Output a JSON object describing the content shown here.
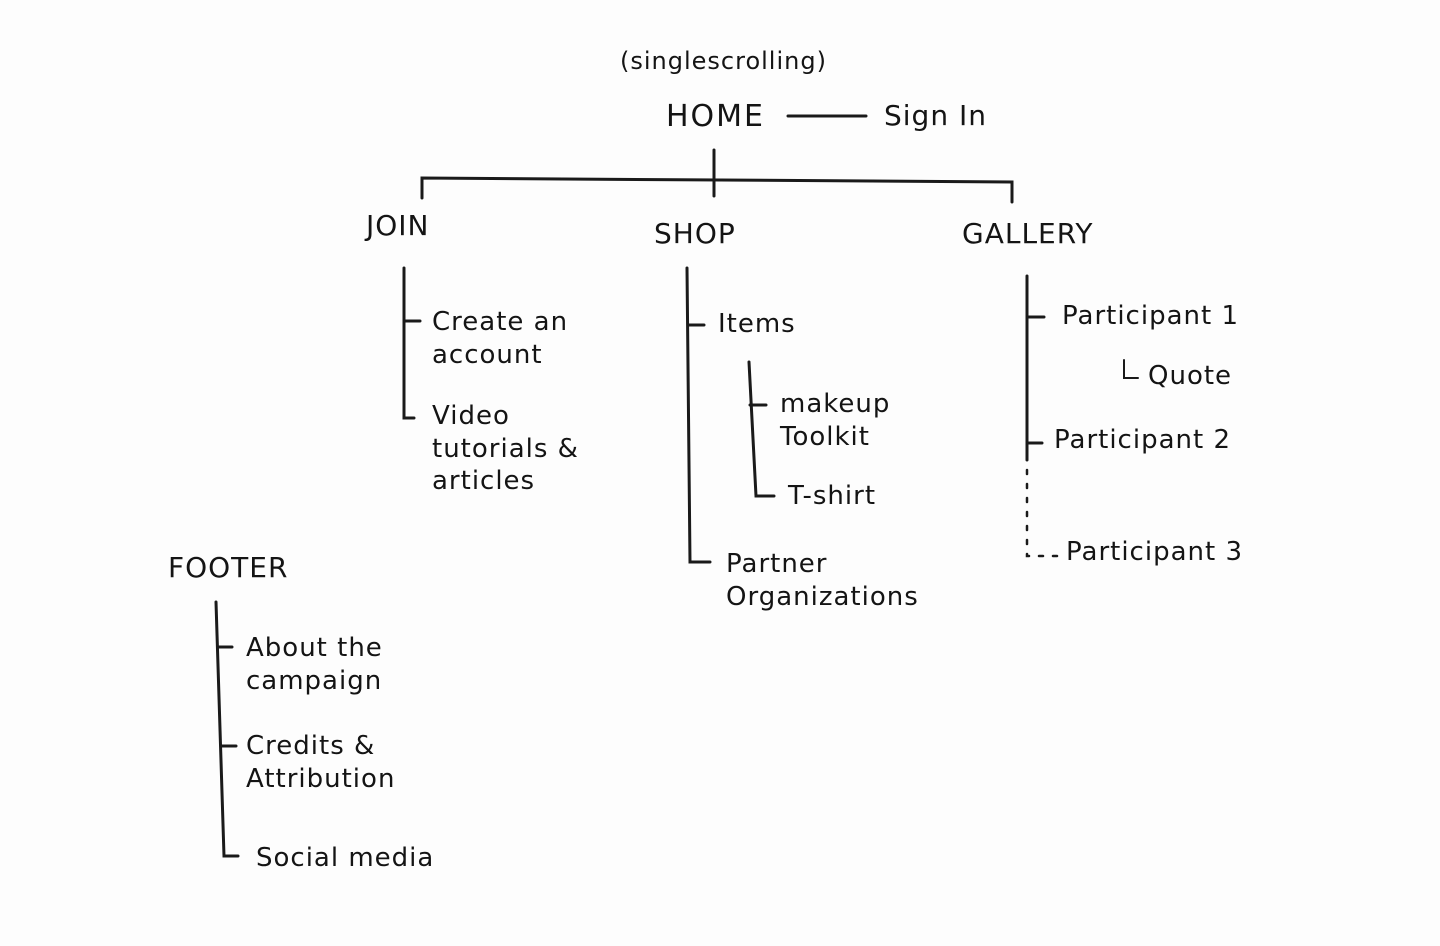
{
  "diagram": {
    "note": "(singlescrolling)",
    "home": "HOME",
    "sign_in": "Sign In",
    "join": {
      "title": "JOIN",
      "items": [
        "Create an\naccount",
        "Video\ntutorials &\narticles"
      ]
    },
    "shop": {
      "title": "SHOP",
      "items_label": "Items",
      "sub_items": [
        "makeup\nToolkit",
        "T-shirt"
      ],
      "partner": "Partner\nOrganizations"
    },
    "gallery": {
      "title": "GALLERY",
      "participant_1": "Participant 1",
      "quote": "Quote",
      "participant_2": "Participant 2",
      "participant_3": "Participant 3"
    },
    "footer": {
      "title": "FOOTER",
      "items": [
        "About the\ncampaign",
        "Credits &\nAttribution",
        "Social media"
      ]
    }
  }
}
